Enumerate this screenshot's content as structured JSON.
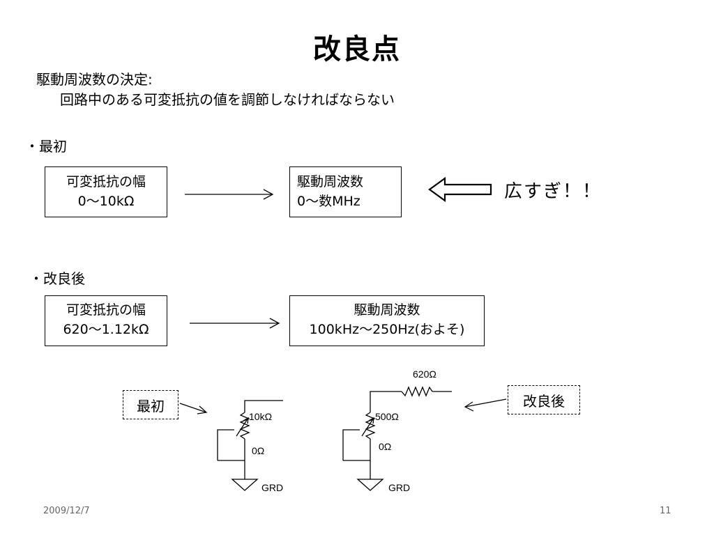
{
  "slide": {
    "title": "改良点",
    "intro_line1": "駆動周波数の決定:",
    "intro_line2": "回路中のある可変抵抗の値を調節しなければならない"
  },
  "before": {
    "heading": "・最初",
    "range_box": {
      "line1": "可変抵抗の幅",
      "line2": "0〜10kΩ"
    },
    "freq_box": {
      "line1": "駆動周波数",
      "line2": "0〜数MHz"
    },
    "comment": "広すぎ！！"
  },
  "after": {
    "heading": "・改良後",
    "range_box": {
      "line1": "可変抵抗の幅",
      "line2": "620〜1.12kΩ"
    },
    "freq_box": {
      "line1": "駆動周波数",
      "line2": "100kHz〜250Hz(およそ)"
    }
  },
  "circuits": {
    "before_callout": "最初",
    "after_callout": "改良後",
    "before_pot_value": "10kΩ",
    "before_min_value": "0Ω",
    "before_ground": "GRD",
    "after_series_value": "620Ω",
    "after_pot_value": "500Ω",
    "after_min_value": "0Ω",
    "after_ground": "GRD"
  },
  "footer": {
    "date": "2009/12/7",
    "page_number": "11"
  }
}
